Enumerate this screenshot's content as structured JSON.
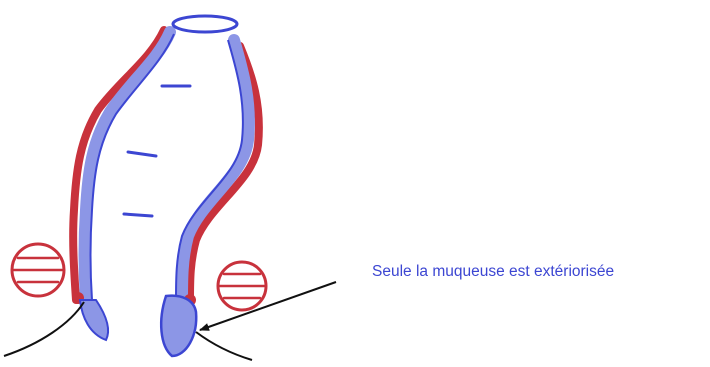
{
  "diagram": {
    "annotation": "Seule la muqueuse est extériorisée",
    "colors": {
      "muscle_wall": "#c8323c",
      "mucosa": "#3c46d2",
      "mucosa_fill": "#8c96e6",
      "outline": "#111111",
      "background": "#ffffff"
    },
    "parts": [
      "left-muscle-wall",
      "right-muscle-wall",
      "left-mucosa",
      "right-mucosa",
      "lumen-opening",
      "left-sphincter-section",
      "right-sphincter-section",
      "everted-mucosa",
      "skin-outline",
      "annotation-arrow"
    ]
  }
}
